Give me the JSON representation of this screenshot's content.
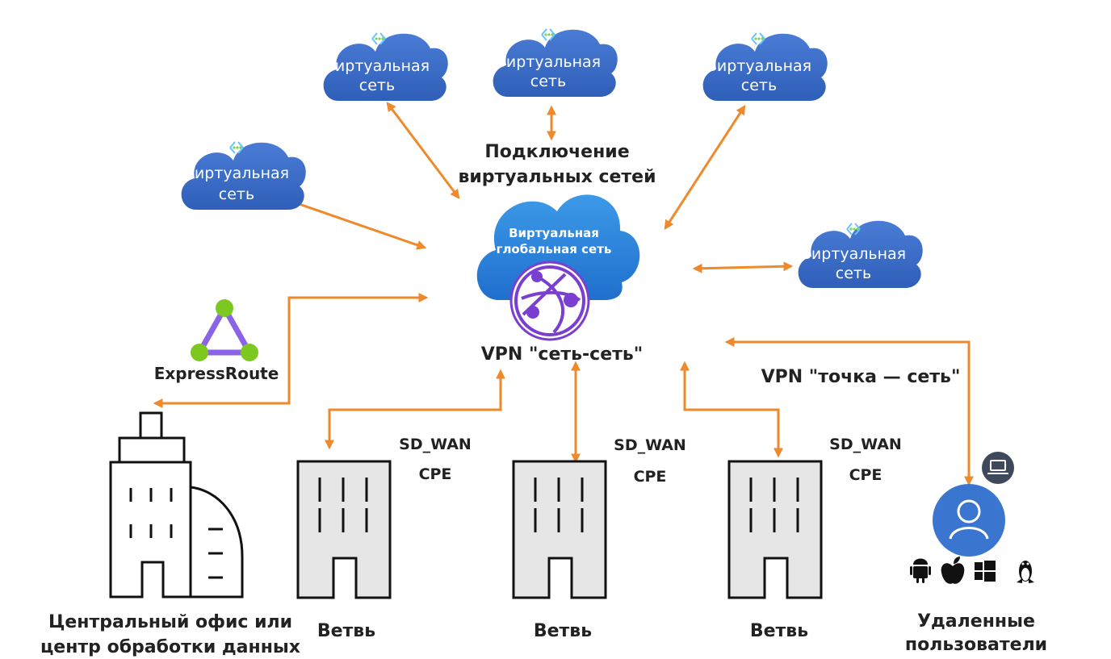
{
  "vnet": {
    "label_line1": "Виртуальная",
    "label_line2": "сеть"
  },
  "hub": {
    "line1": "Виртуальная",
    "line2": "глобальная сеть"
  },
  "labels": {
    "vnet_connection_line1": "Подключение",
    "vnet_connection_line2": "виртуальных сетей",
    "s2s_vpn": "VPN \"сеть-сеть\"",
    "p2s_vpn": "VPN \"точка — сеть\"",
    "expressroute": "ExpressRoute",
    "sdwan": "SD_WAN",
    "cpe": "CPE",
    "branch": "Ветвь",
    "hq_line1": "Центральный офис или",
    "hq_line2": "центр обработки данных",
    "remote_line1": "Удаленные",
    "remote_line2": "пользователи"
  },
  "icons": {
    "vnet_badge": "virtual-network-icon",
    "hub_globe": "virtual-wan-globe-icon",
    "expressroute": "expressroute-icon",
    "user": "user-icon",
    "laptop": "laptop-icon",
    "os_android": "android-icon",
    "os_apple": "apple-icon",
    "os_windows": "windows-icon",
    "os_linux": "linux-icon"
  },
  "colors": {
    "cloud": "#3f6fc8",
    "hub_cloud": "#2f86dd",
    "connector": "#ee8a2b",
    "globe": "#7a3fd0",
    "expressroute_edge": "#8a63e8",
    "expressroute_node": "#7cc820",
    "user_circle": "#3a75d0"
  }
}
